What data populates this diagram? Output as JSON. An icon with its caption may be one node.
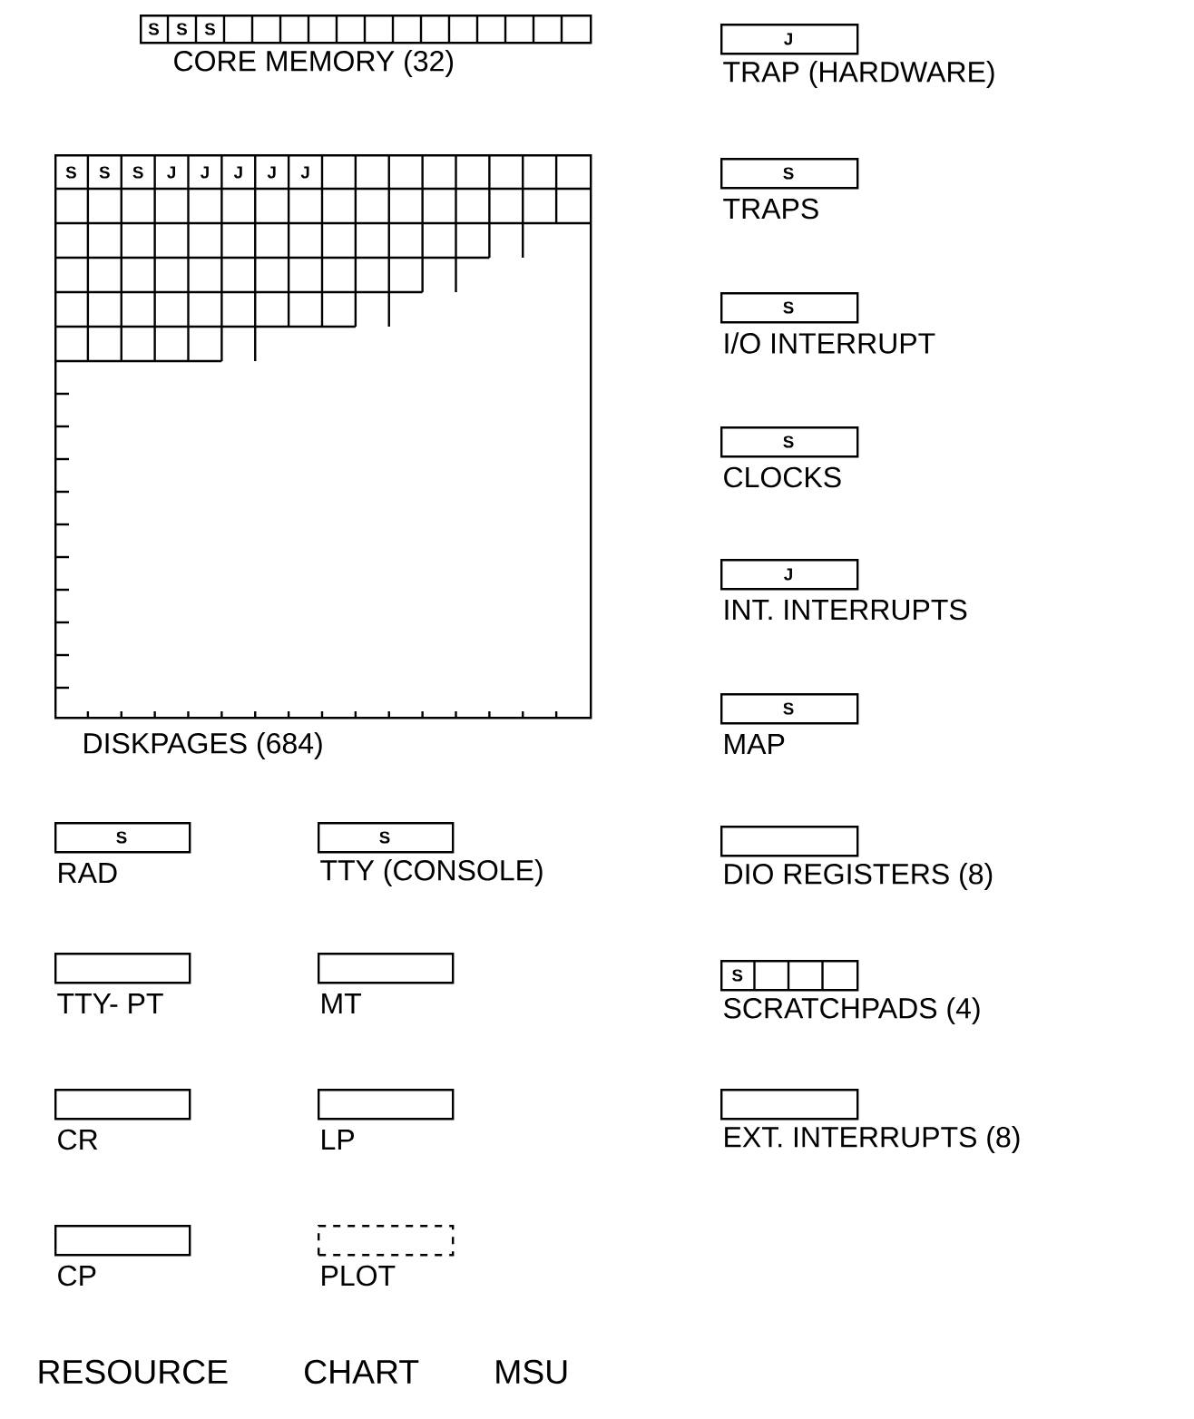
{
  "diagram": {
    "title": "RESOURCE CHART MSU",
    "nodes": [
      {
        "text": [
          "S",
          "S",
          "S",
          "CORE MEMORY (32)"
        ]
      },
      {
        "text": [
          "S",
          "S",
          "S",
          "J",
          "J",
          "J",
          "J",
          "J",
          "DISKPAGES (684)"
        ]
      },
      {
        "text": [
          "S",
          "RAD"
        ]
      },
      {
        "text": [
          "S",
          "TTY (CONSOLE)"
        ]
      },
      {
        "text": [
          "TTY- PT"
        ]
      },
      {
        "text": [
          "MT"
        ]
      },
      {
        "text": [
          "CR"
        ]
      },
      {
        "text": [
          "LP"
        ]
      },
      {
        "text": [
          "CP"
        ]
      },
      {
        "text": [
          "PLOT"
        ]
      },
      {
        "text": [
          "J",
          "TRAP (HARDWARE)"
        ]
      },
      {
        "text": [
          "S",
          "TRAPS"
        ]
      },
      {
        "text": [
          "S",
          "I/O INTERRUPT"
        ]
      },
      {
        "text": [
          "S",
          "CLOCKS"
        ]
      },
      {
        "text": [
          "J",
          "INT. INTERRUPTS"
        ]
      },
      {
        "text": [
          "S",
          "MAP"
        ]
      },
      {
        "text": [
          "DIO REGISTERS (8)"
        ]
      },
      {
        "text": [
          "S",
          "SCRATCHPADS (4)"
        ]
      },
      {
        "text": [
          "EXT. INTERRUPTS (8)"
        ]
      }
    ]
  }
}
